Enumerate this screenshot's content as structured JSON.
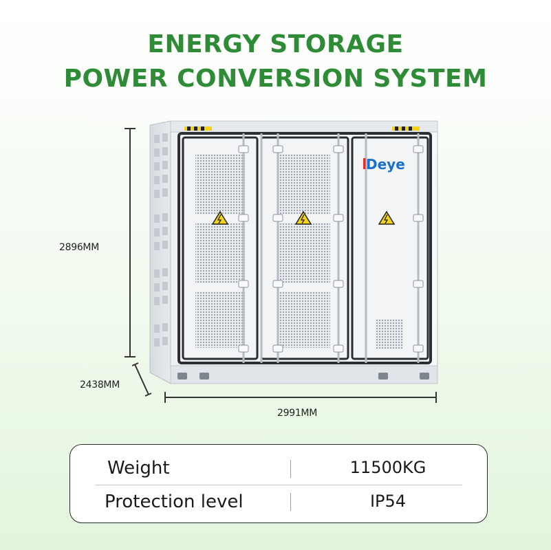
{
  "title": {
    "line1": "ENERGY STORAGE",
    "line2": "POWER CONVERSION SYSTEM"
  },
  "product": {
    "brand": "Deye",
    "icons": [
      "high-voltage-warning-icon",
      "high-voltage-warning-icon",
      "high-voltage-warning-icon"
    ]
  },
  "dimensions": {
    "height": "2896MM",
    "depth": "2438MM",
    "width": "2991MM"
  },
  "specs": {
    "rows": [
      {
        "label": "Weight",
        "value": "11500KG"
      },
      {
        "label": "Protection level",
        "value": "IP54"
      }
    ]
  },
  "colors": {
    "title": "#2e8b36",
    "brand_blue": "#1a6fd0",
    "brand_red": "#e0322d",
    "warning_yellow": "#f3d21a"
  }
}
